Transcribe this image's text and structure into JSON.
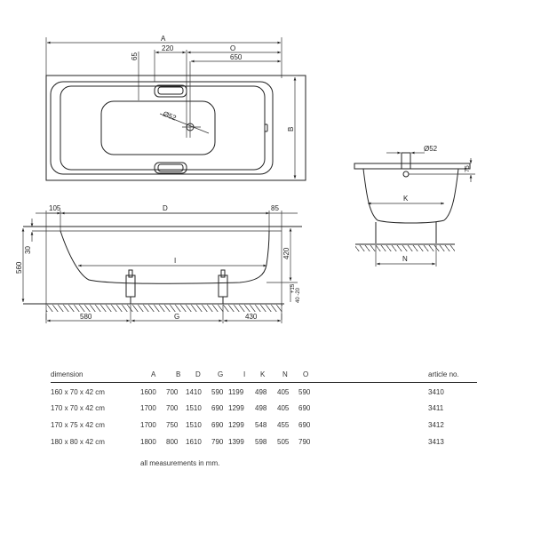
{
  "drawings": {
    "top_view": {
      "labels": {
        "A": "A",
        "O": "O",
        "B": "B",
        "d220": "220",
        "d650": "650",
        "d65": "65",
        "drain": "Ø52"
      }
    },
    "side_view": {
      "labels": {
        "d105": "105",
        "D": "D",
        "d85": "85",
        "d30": "30",
        "d560": "560",
        "d420": "420",
        "I": "I",
        "adj": "+15",
        "adj2": "40 -20",
        "d580": "580",
        "G": "G",
        "d430": "430"
      }
    },
    "end_view": {
      "labels": {
        "drain": "Ø52",
        "d75": "75",
        "K": "K",
        "N": "N"
      }
    }
  },
  "table": {
    "headers": [
      "dimension",
      "A",
      "B",
      "D",
      "G",
      "I",
      "K",
      "N",
      "O",
      "article no."
    ],
    "rows": [
      {
        "dimension": "160 x 70 x 42 cm",
        "A": "1600",
        "B": "700",
        "D": "1410",
        "G": "590",
        "I": "1199",
        "K": "498",
        "N": "405",
        "O": "590",
        "article": "3410"
      },
      {
        "dimension": "170 x 70 x 42 cm",
        "A": "1700",
        "B": "700",
        "D": "1510",
        "G": "690",
        "I": "1299",
        "K": "498",
        "N": "405",
        "O": "690",
        "article": "3411"
      },
      {
        "dimension": "170 x 75 x 42 cm",
        "A": "1700",
        "B": "750",
        "D": "1510",
        "G": "690",
        "I": "1299",
        "K": "548",
        "N": "455",
        "O": "690",
        "article": "3412"
      },
      {
        "dimension": "180 x 80 x 42 cm",
        "A": "1800",
        "B": "800",
        "D": "1610",
        "G": "790",
        "I": "1399",
        "K": "598",
        "N": "505",
        "O": "790",
        "article": "3413"
      }
    ],
    "note": "all measurements in mm."
  }
}
